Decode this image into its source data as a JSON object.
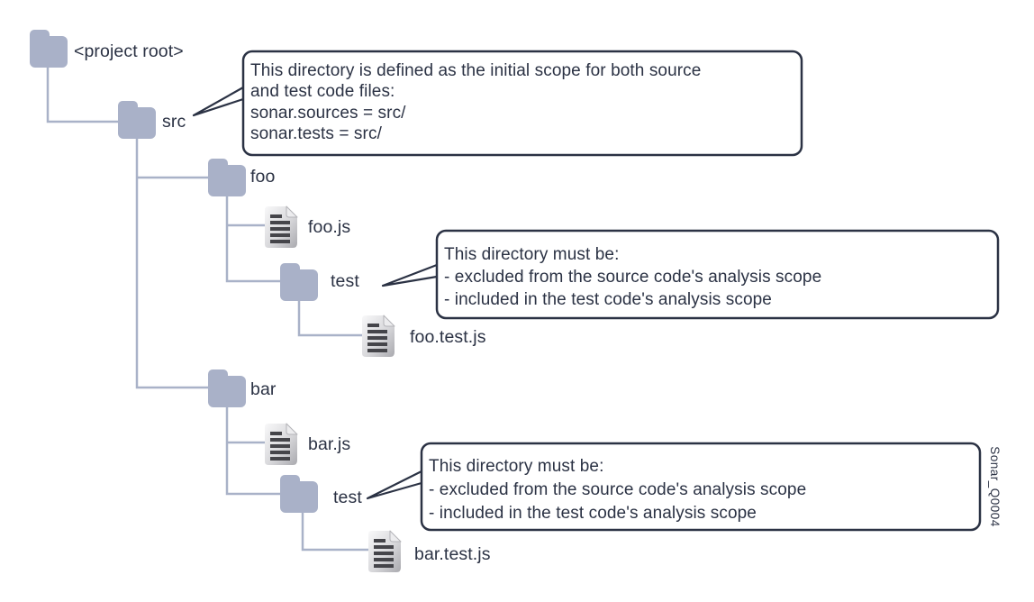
{
  "diagram": {
    "watermark": "Sonar_Q0004",
    "colors": {
      "ink": "#2b3244",
      "tree_line": "#a9b2c8",
      "folder_fill": "#a9b1c8",
      "callout_border": "#2b3244",
      "callout_fill": "#ffffff",
      "file_body": "#d8d8db",
      "file_lines": "#45454a"
    },
    "icons": {
      "folder": "folder-icon",
      "file": "document-icon"
    },
    "tree": {
      "project_root": "<project root>",
      "src": "src",
      "foo": "foo",
      "foo_js": "foo.js",
      "foo_test": "test",
      "foo_test_js": "foo.test.js",
      "bar": "bar",
      "bar_js": "bar.js",
      "bar_test": "test",
      "bar_test_js": "bar.test.js"
    },
    "callouts": {
      "src_scope": {
        "lines": [
          "This directory is defined as the initial scope for both source",
          "and test code files:",
          "sonar.sources = src/",
          "sonar.tests = src/"
        ]
      },
      "foo_test": {
        "lines": [
          "This directory must be:",
          "- excluded from the source code's analysis scope",
          "- included in the test code's analysis scope"
        ]
      },
      "bar_test": {
        "lines": [
          "This directory must be:",
          "- excluded from the source code's analysis scope",
          "- included in the test code's analysis scope"
        ]
      }
    }
  }
}
